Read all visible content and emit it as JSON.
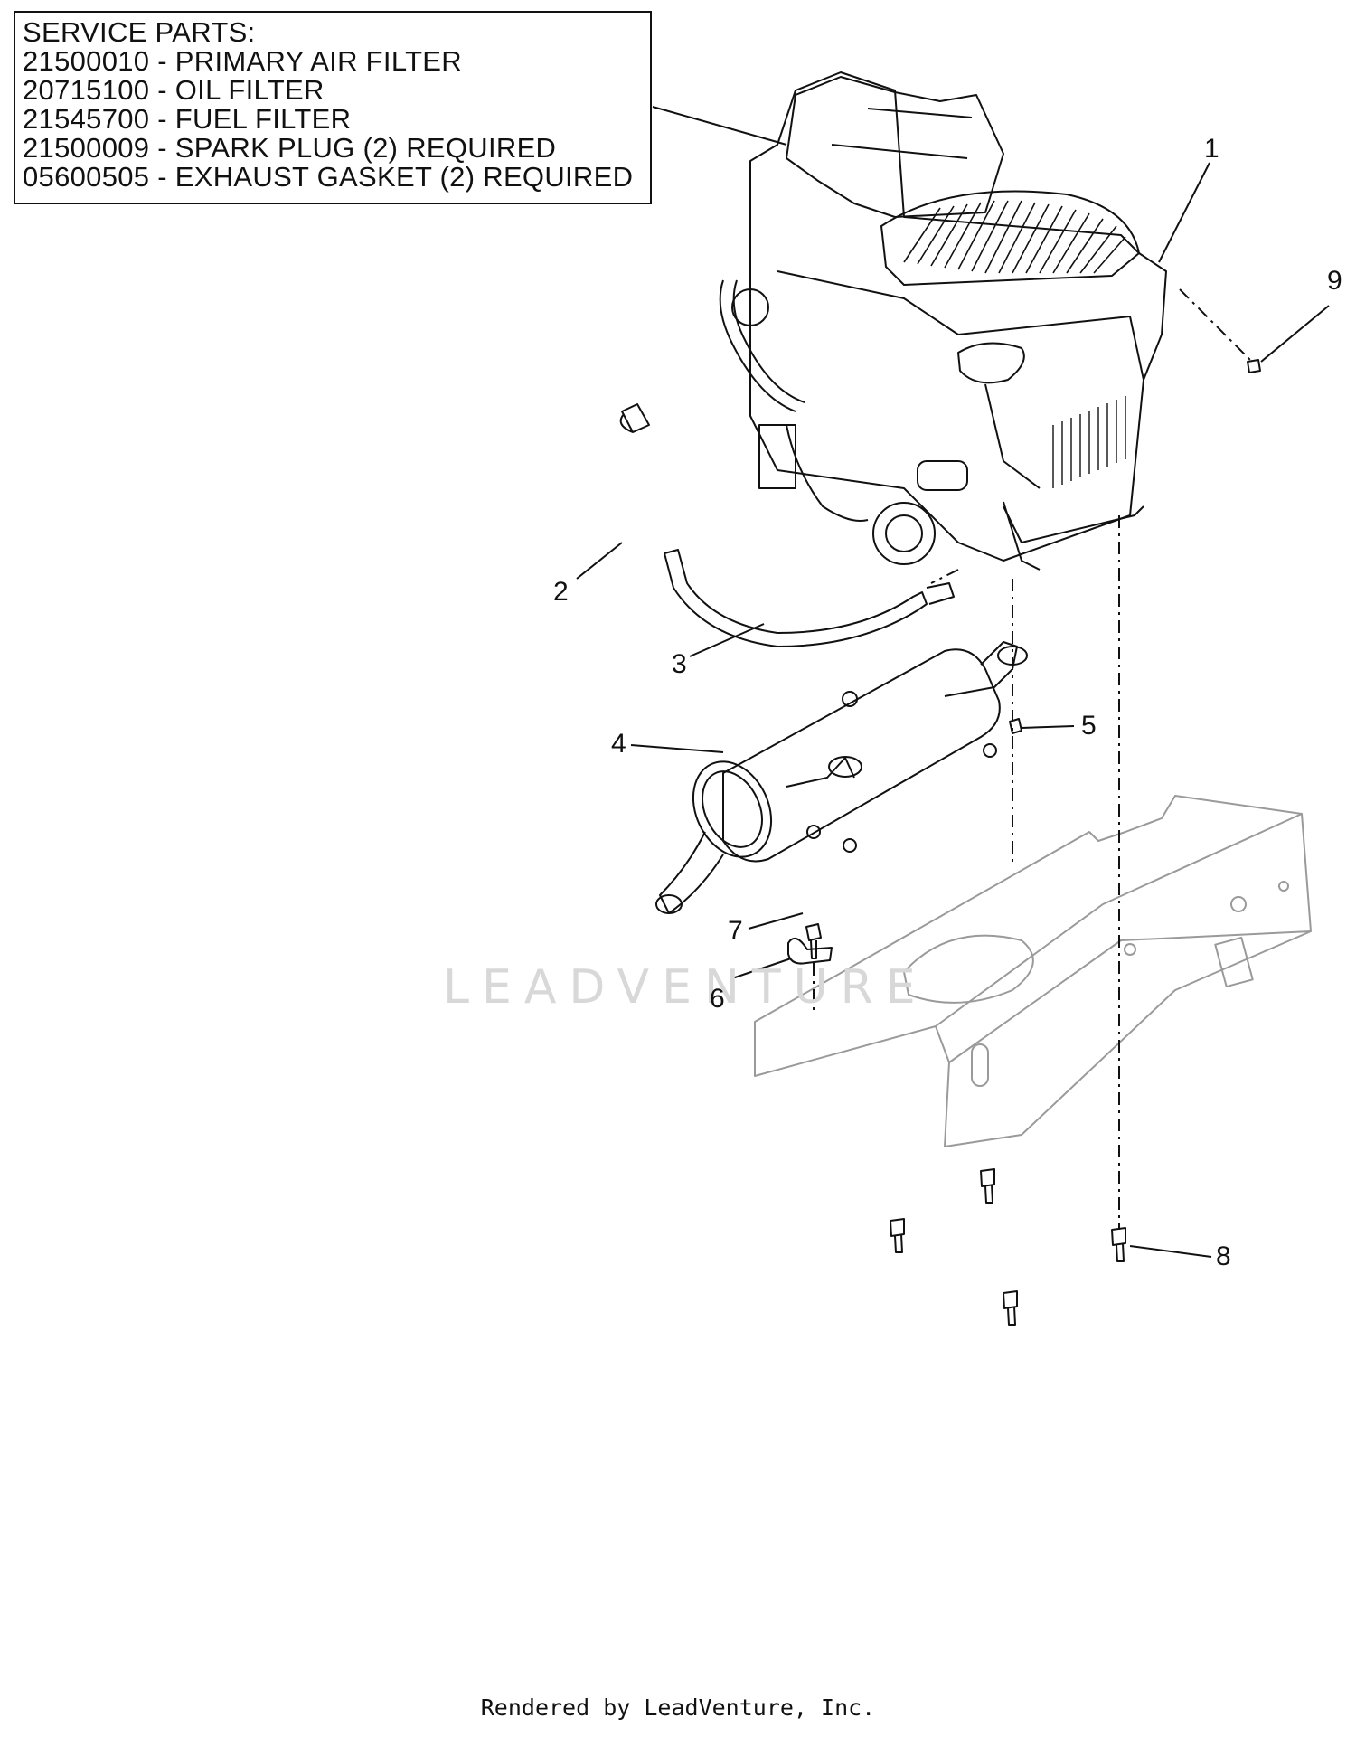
{
  "service_parts": {
    "title": "SERVICE PARTS:",
    "items": [
      "21500010 - PRIMARY AIR FILTER",
      "20715100 - OIL FILTER",
      "21545700 - FUEL FILTER",
      "21500009 - SPARK PLUG (2) REQUIRED",
      "05600505 - EXHAUST GASKET (2) REQUIRED"
    ]
  },
  "callouts": {
    "c1": "1",
    "c2": "2",
    "c3": "3",
    "c4": "4",
    "c5": "5",
    "c6": "6",
    "c7": "7",
    "c8": "8",
    "c9": "9"
  },
  "watermark": "LEADVENTURE",
  "footer": "Rendered by LeadVenture, Inc.",
  "colors": {
    "line": "#111111",
    "frame": "#9a9a9a",
    "watermark": "#d8d8d8"
  }
}
